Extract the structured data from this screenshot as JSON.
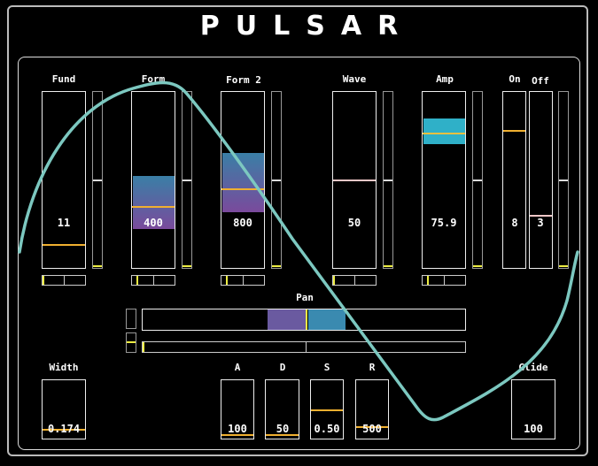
{
  "title": "PULSAR",
  "sliders": [
    {
      "label": "Fund",
      "value": "11"
    },
    {
      "label": "Form",
      "value": "400"
    },
    {
      "label": "Form 2",
      "value": "800"
    },
    {
      "label": "Wave",
      "value": "50"
    },
    {
      "label": "Amp",
      "value": "75.9"
    },
    {
      "label": "On",
      "value": "8"
    },
    {
      "label": "Off",
      "value": "3"
    }
  ],
  "pan": {
    "label": "Pan"
  },
  "bottom": [
    {
      "label": "Width",
      "value": "0.174"
    },
    {
      "label": "A",
      "value": "100"
    },
    {
      "label": "D",
      "value": "50"
    },
    {
      "label": "S",
      "value": "0.50"
    },
    {
      "label": "R",
      "value": "500"
    },
    {
      "label": "Glide",
      "value": "100"
    }
  ],
  "colors": {
    "curve": "#7cc8c0",
    "marker": "#f0b030",
    "accent_blue": "#3a9ec0",
    "accent_purple": "#7a4a9c"
  }
}
